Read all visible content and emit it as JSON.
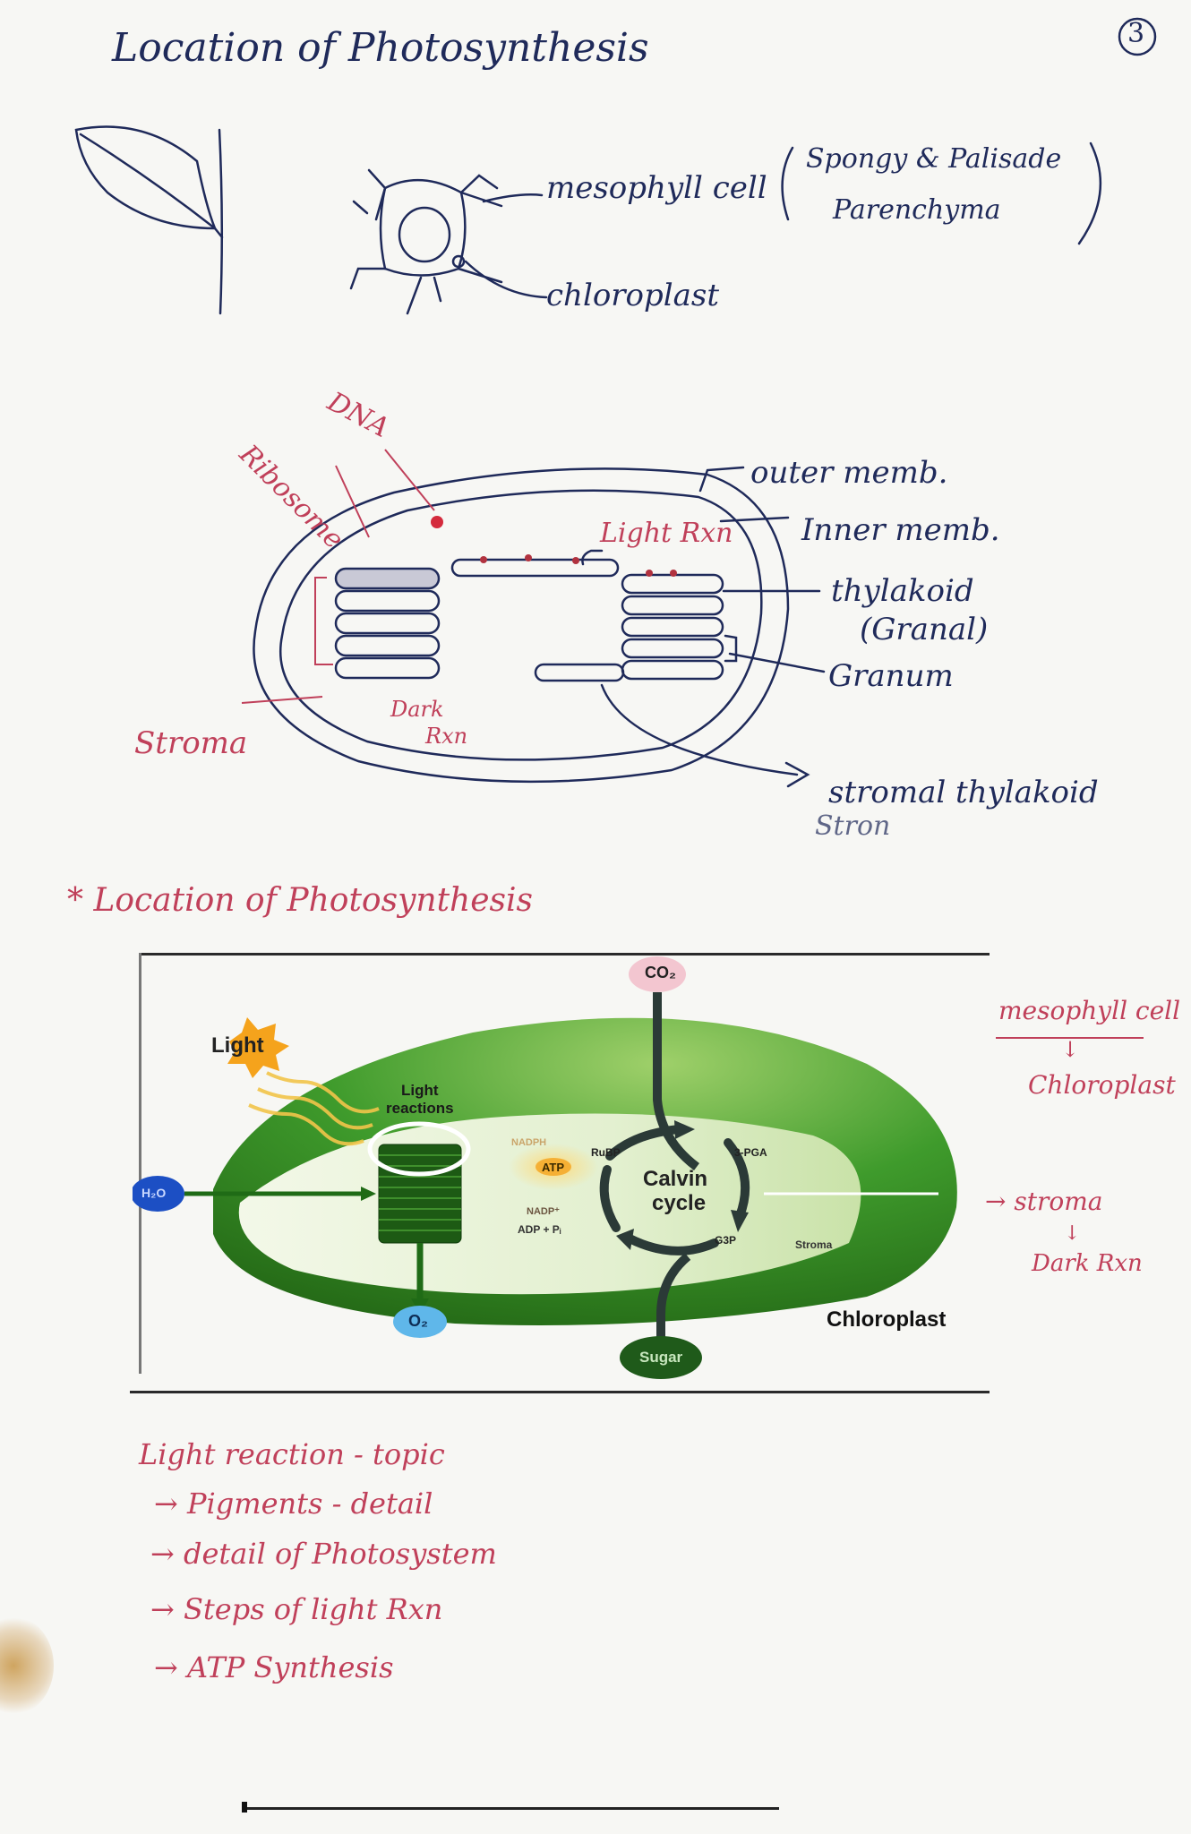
{
  "page_number": "3",
  "title": "Location of Photosynthesis",
  "top_sketch": {
    "mesophyll_label": "mesophyll cell",
    "mesophyll_types": "Spongy & Palisade",
    "mesophyll_types_2": "Parenchyma",
    "chloroplast_label": "chloroplast"
  },
  "chloroplast_sketch": {
    "dna": "DNA",
    "ribosome": "Ribosome",
    "light_rxn": "Light Rxn",
    "outer_memb": "outer memb.",
    "inner_memb": "Inner memb.",
    "thylakoid": "thylakoid",
    "granal": "(Granal)",
    "granum": "Granum",
    "stroma": "Stroma",
    "dark_rxn_1": "Dark",
    "dark_rxn_2": "Rxn",
    "stromal_thylakoid": "stromal thylakoid",
    "stroma_short": "Stron"
  },
  "section_heading": "* Location of Photosynthesis",
  "figure": {
    "co2": "CO₂",
    "light": "Light",
    "light_reactions_1": "Light",
    "light_reactions_2": "reactions",
    "h2o": "H₂O",
    "o2": "O₂",
    "atp": "ATP",
    "nadph": "NADPH",
    "nadp": "NADP⁺",
    "adp": "ADP + Pᵢ",
    "rubp": "RuBP",
    "pga": "3-PGA",
    "calvin_1": "Calvin",
    "calvin_2": "cycle",
    "g3p": "G3P",
    "stroma": "Stroma",
    "sugar": "Sugar",
    "chloroplast": "Chloroplast"
  },
  "side_notes": {
    "mesophyll": "mesophyll cell",
    "arrow_down_1": "↓",
    "chloroplast": "Chloroplast",
    "stroma": "→ stroma",
    "arrow_down_2": "↓",
    "dark_rxn": "Dark Rxn"
  },
  "topic_list": {
    "heading": "Light reaction - topic",
    "items": [
      "→ Pigments - detail",
      "→ detail of Photosystem",
      "→ Steps of light Rxn",
      "→ ATP Synthesis"
    ]
  }
}
